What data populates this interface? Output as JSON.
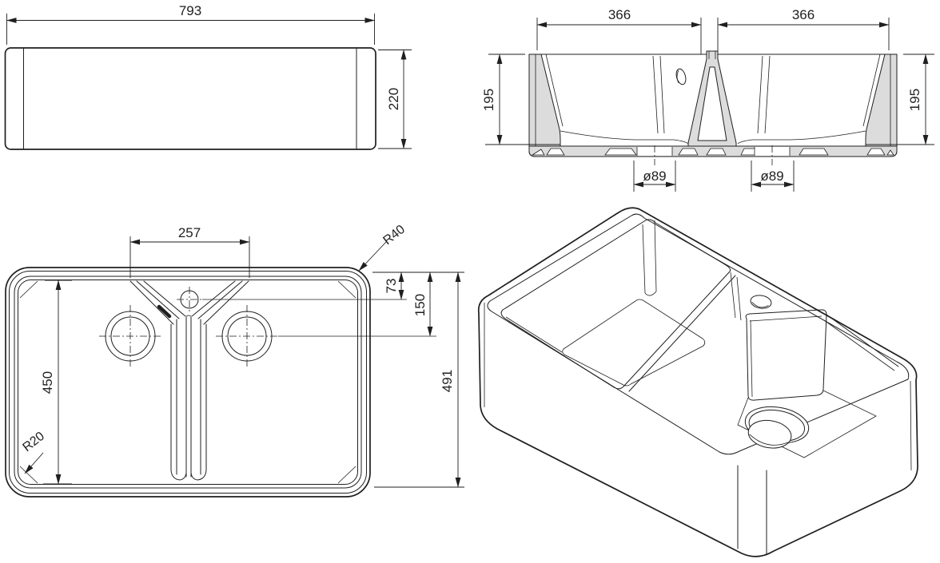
{
  "drawing": {
    "subject": "double-bowl-ceramic-sink-technical-drawing",
    "colors": {
      "line": "#1f1f1f",
      "paper": "#ffffff",
      "section_fill": "#dcdcdc"
    },
    "views": {
      "front": {
        "name": "front-elevation",
        "width_label": "793",
        "height_label": "220"
      },
      "section": {
        "name": "cross-section",
        "left_width": "366",
        "right_width": "366",
        "left_depth": "195",
        "right_depth": "195",
        "left_drain": "ø89",
        "right_drain": "ø89"
      },
      "plan": {
        "name": "plan-view",
        "divider_span": "257",
        "corner_radius": "R40",
        "tap_offset": "73",
        "drain_offset": "150",
        "bowl_length": "450",
        "overall_depth": "491",
        "inner_radius": "R20"
      },
      "isometric": {
        "name": "isometric-view"
      }
    }
  }
}
